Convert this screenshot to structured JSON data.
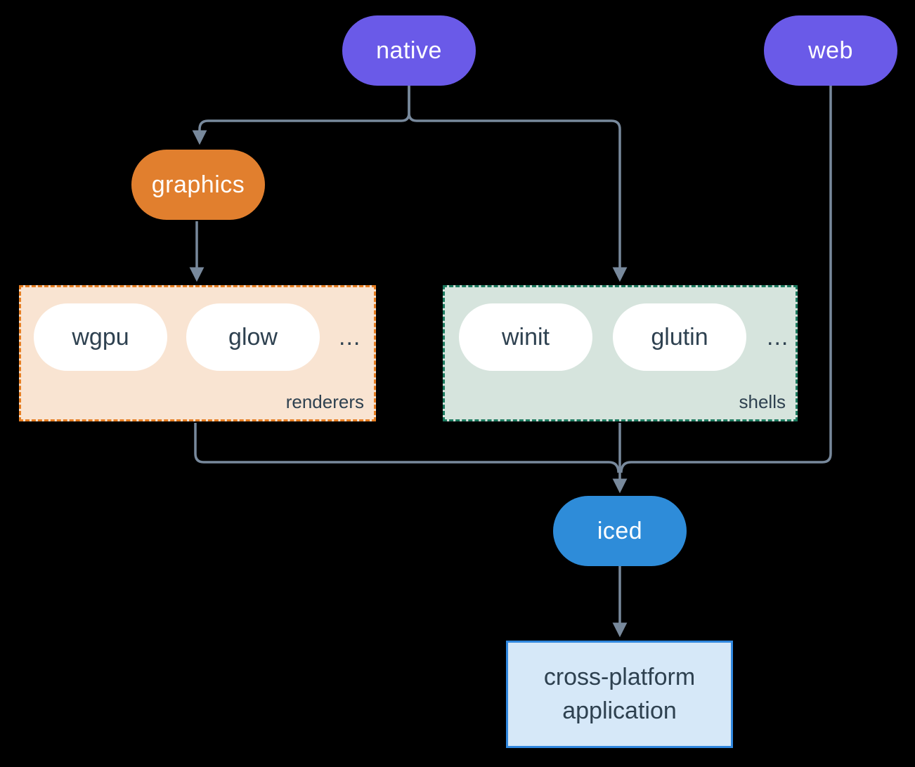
{
  "diagram": {
    "background": "#000000",
    "line_color": "#78899C",
    "ink_color": "#2E4150",
    "nodes": {
      "native": {
        "label": "native",
        "fill": "#6A5AE8",
        "text_color": "#FFFFFF"
      },
      "web": {
        "label": "web",
        "fill": "#6A5AE8",
        "text_color": "#FFFFFF"
      },
      "graphics": {
        "label": "graphics",
        "fill": "#E17F2E",
        "text_color": "#FFFFFF"
      },
      "iced": {
        "label": "iced",
        "fill": "#2E8CD9",
        "text_color": "#FFFFFF"
      },
      "application": {
        "label_line1": "cross-platform",
        "label_line2": "application",
        "fill": "#D6E8F8",
        "border_color": "#3087DE",
        "text_color": "#2E4150"
      }
    },
    "groups": {
      "renderers": {
        "label": "renderers",
        "fill": "#F9E4D2",
        "border_color": "#E67E22",
        "item_fill": "#FFFFFF",
        "items": [
          "wgpu",
          "glow"
        ],
        "ellipsis": "..."
      },
      "shells": {
        "label": "shells",
        "fill": "#D6E4DD",
        "border_color": "#1C7A5F",
        "item_fill": "#FFFFFF",
        "items": [
          "winit",
          "glutin"
        ],
        "ellipsis": "..."
      }
    }
  }
}
